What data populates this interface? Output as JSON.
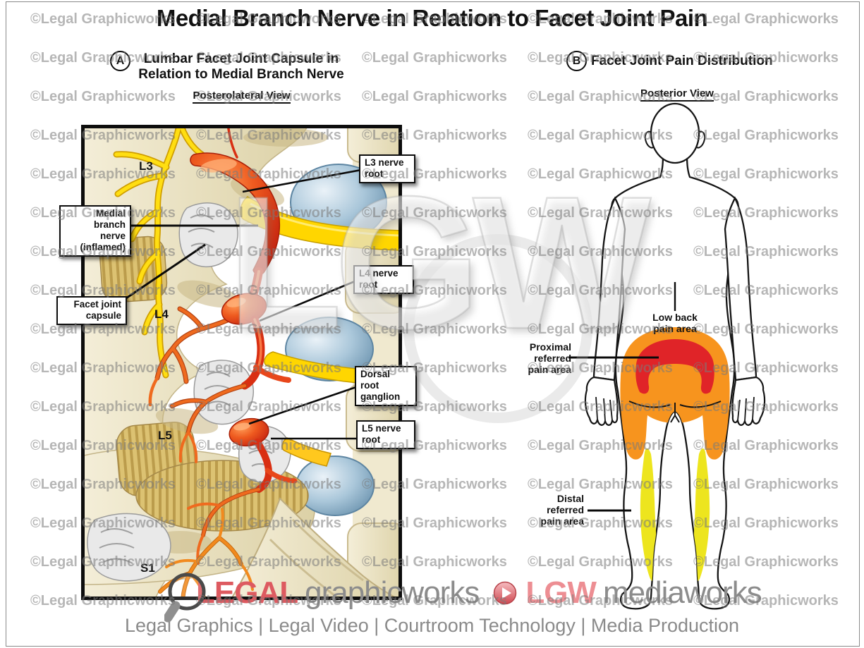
{
  "page": {
    "title": "Medial Branch Nerve in Relation to Facet Joint Pain"
  },
  "watermark": {
    "tile_text": "©Legal Graphicworks",
    "center_text": "LGW"
  },
  "panel_a": {
    "badge": "A",
    "heading_lines": [
      "Lumbar Facet Joint Capsule in",
      "Relation to Medial Branch Nerve"
    ],
    "view_label": "Posterolateral View",
    "bone_labels": {
      "l3": "L3",
      "l4": "L4",
      "l5": "L5",
      "s1": "S1"
    },
    "callouts": {
      "l3_nerve_root": {
        "lines": [
          "L3 nerve",
          "root"
        ]
      },
      "medial_branch": {
        "lines": [
          "Medial",
          "branch",
          "nerve",
          "(inflamed)"
        ]
      },
      "facet_capsule": {
        "lines": [
          "Facet joint",
          "capsule"
        ]
      },
      "l4_nerve_root": {
        "lines": [
          "L4 nerve",
          "root"
        ]
      },
      "dorsal_root_ganglion": {
        "lines": [
          "Dorsal",
          "root",
          "ganglion"
        ]
      },
      "l5_nerve_root": {
        "lines": [
          "L5 nerve",
          "root"
        ]
      }
    }
  },
  "panel_b": {
    "badge": "B",
    "heading": "Facet Joint Pain Distribution",
    "view_label": "Posterior View",
    "labels": {
      "low_back": {
        "lines": [
          "Low back",
          "pain area"
        ]
      },
      "proximal": {
        "lines": [
          "Proximal",
          "referred",
          "pain area"
        ]
      },
      "distal": {
        "lines": [
          "Distal",
          "referred",
          "pain area"
        ]
      }
    },
    "pain_colors": {
      "low_back_red": "#E02428",
      "proximal_orange": "#F7941E",
      "distal_yellow": "#EDE51E"
    }
  },
  "footer": {
    "brand_a_bold": "LEGAL",
    "brand_a_rest": "graphicworks",
    "brand_b_bold": "LGW",
    "brand_b_rest": "mediaworks",
    "tagline": "Legal Graphics | Legal Video | Courtroom Technology | Media Production",
    "brand_red": "#DD5A60",
    "brand_pink": "#ED8E93",
    "brand_gray": "#8C8C8C"
  }
}
